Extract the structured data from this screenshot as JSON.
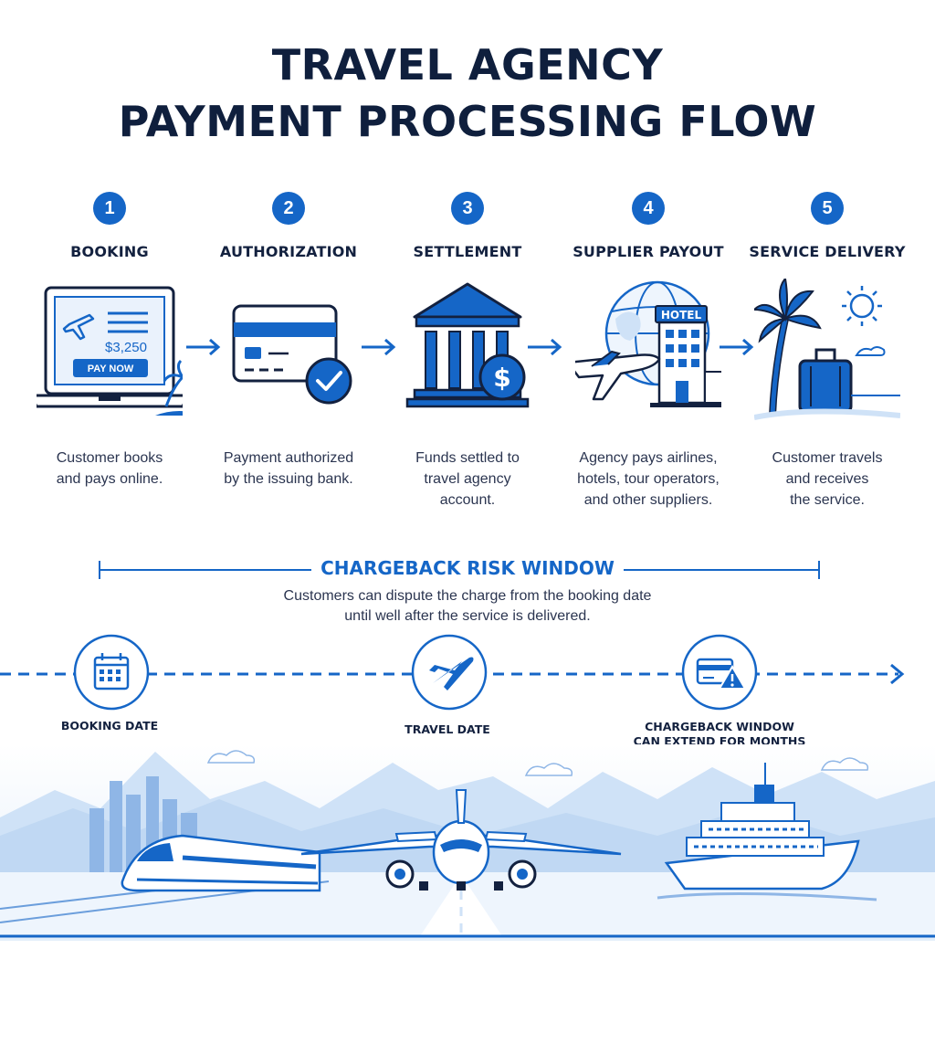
{
  "title": {
    "line1": "TRAVEL AGENCY",
    "line2": "PAYMENT PROCESSING FLOW"
  },
  "steps": [
    {
      "number": "1",
      "title": "BOOKING",
      "icon": "laptop-booking-icon",
      "desc": [
        "Customer books",
        "and pays online."
      ],
      "price": "$3,250",
      "button": "PAY NOW"
    },
    {
      "number": "2",
      "title": "AUTHORIZATION",
      "icon": "credit-card-check-icon",
      "desc": [
        "Payment authorized",
        "by the issuing bank."
      ]
    },
    {
      "number": "3",
      "title": "SETTLEMENT",
      "icon": "bank-dollar-icon",
      "desc": [
        "Funds settled to",
        "travel agency",
        "account."
      ]
    },
    {
      "number": "4",
      "title": "SUPPLIER PAYOUT",
      "icon": "globe-hotel-plane-icon",
      "desc": [
        "Agency pays airlines,",
        "hotels, tour operators,",
        "and other suppliers."
      ],
      "hotel_sign": "HOTEL"
    },
    {
      "number": "5",
      "title": "SERVICE DELIVERY",
      "icon": "palm-suitcase-icon",
      "desc": [
        "Customer travels",
        "and receives",
        "the service."
      ]
    }
  ],
  "risk": {
    "title": "CHARGEBACK RISK WINDOW",
    "desc_line1": "Customers can dispute the charge from the booking date",
    "desc_line2": "until well after the service is delivered."
  },
  "timeline": [
    {
      "label": "BOOKING DATE",
      "icon": "calendar-icon"
    },
    {
      "label": "TRAVEL DATE",
      "icon": "airplane-icon"
    },
    {
      "label_line1": "CHARGEBACK WINDOW",
      "label_line2": "CAN EXTEND FOR MONTHS",
      "icon": "card-warning-icon"
    }
  ],
  "colors": {
    "primary": "#1566c7",
    "dark": "#0f1f3d",
    "light": "#cfe2f7"
  }
}
